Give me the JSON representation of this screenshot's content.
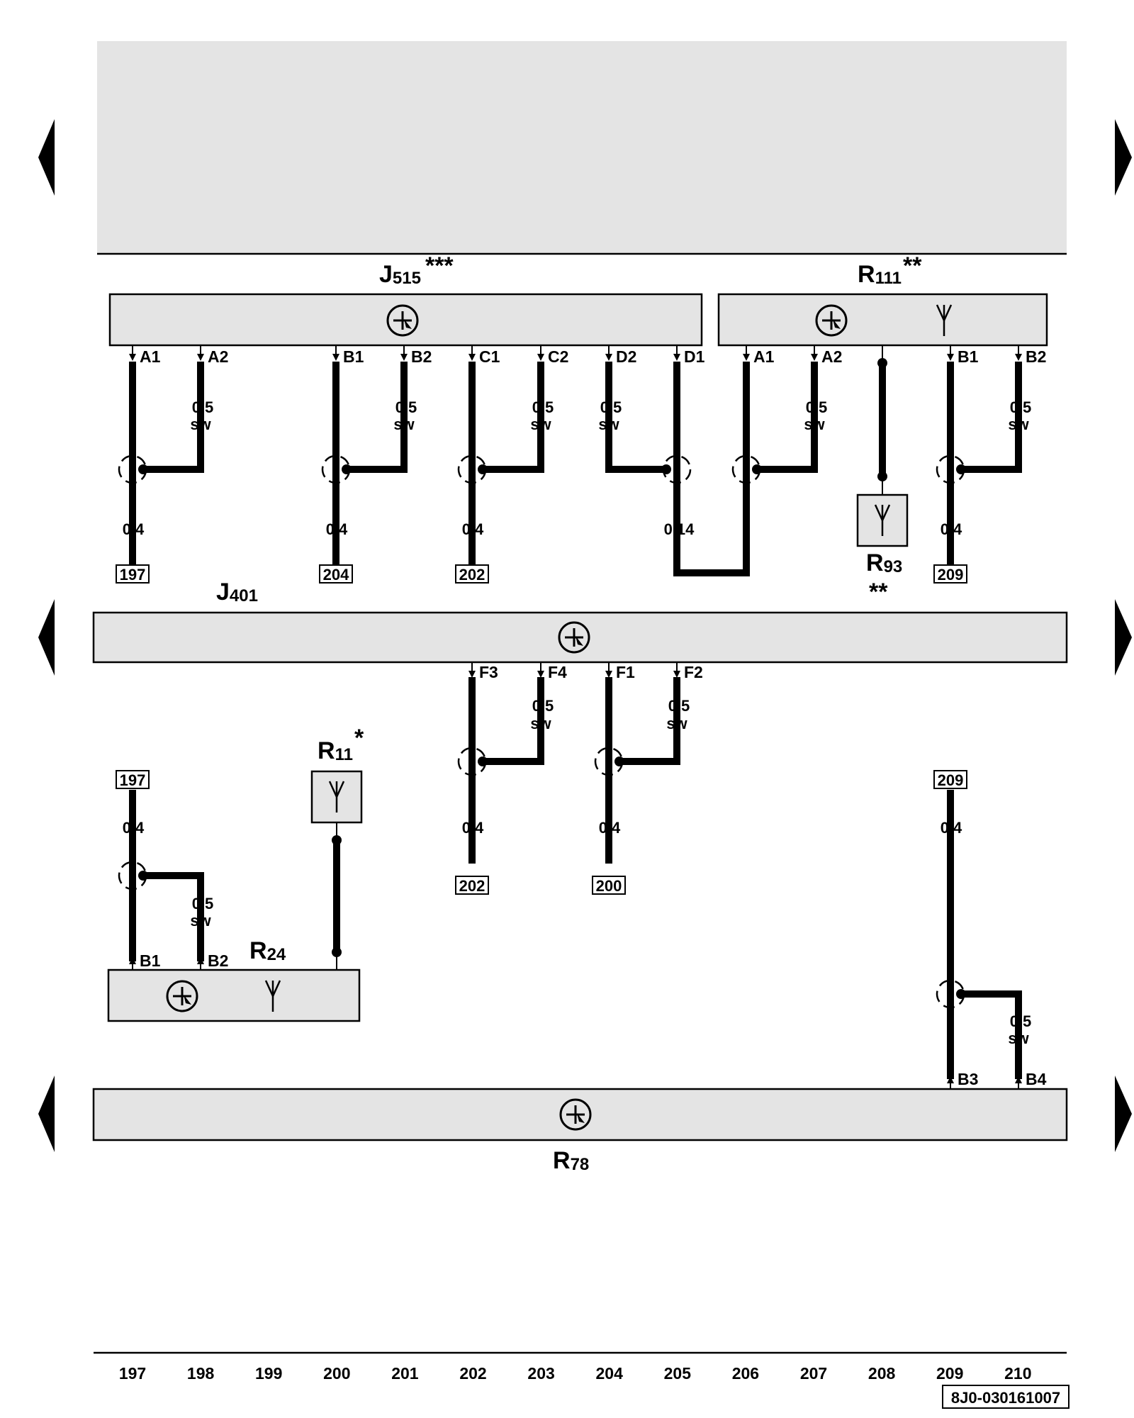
{
  "components": {
    "j515": {
      "base": "J",
      "sub": "515",
      "mark": "***"
    },
    "r111": {
      "base": "R",
      "sub": "111",
      "mark": "**"
    },
    "r93": {
      "base": "R",
      "sub": "93",
      "mark": "**"
    },
    "j401": {
      "base": "J",
      "sub": "401",
      "mark": ""
    },
    "r11": {
      "base": "R",
      "sub": "11",
      "mark": "*"
    },
    "r24": {
      "base": "R",
      "sub": "24",
      "mark": ""
    },
    "r78": {
      "base": "R",
      "sub": "78",
      "mark": ""
    }
  },
  "pins": {
    "j515": [
      "A1",
      "A2",
      "B1",
      "B2",
      "C1",
      "C2",
      "D2",
      "D1"
    ],
    "r111": [
      "A1",
      "A2",
      "B1",
      "B2"
    ],
    "j401": [
      "F3",
      "F4",
      "F1",
      "F2"
    ],
    "r24": [
      "B1",
      "B2"
    ],
    "r78": [
      "B3",
      "B4"
    ]
  },
  "wires": {
    "size_signal": "0,4",
    "size_shield": "0,5",
    "size_d1": "0,14",
    "color_shield": "sw"
  },
  "refs": {
    "top": [
      "197",
      "204",
      "202",
      "209"
    ],
    "mid_left": "197",
    "mid_right": "209",
    "bottom": [
      "202",
      "200"
    ]
  },
  "columns": [
    "197",
    "198",
    "199",
    "200",
    "201",
    "202",
    "203",
    "204",
    "205",
    "206",
    "207",
    "208",
    "209",
    "210"
  ],
  "footer": {
    "code": "8J0-030161007"
  },
  "icons": {
    "connector": "coax-connector-icon",
    "antenna": "antenna-icon",
    "nav": "page-arrow-icon"
  }
}
